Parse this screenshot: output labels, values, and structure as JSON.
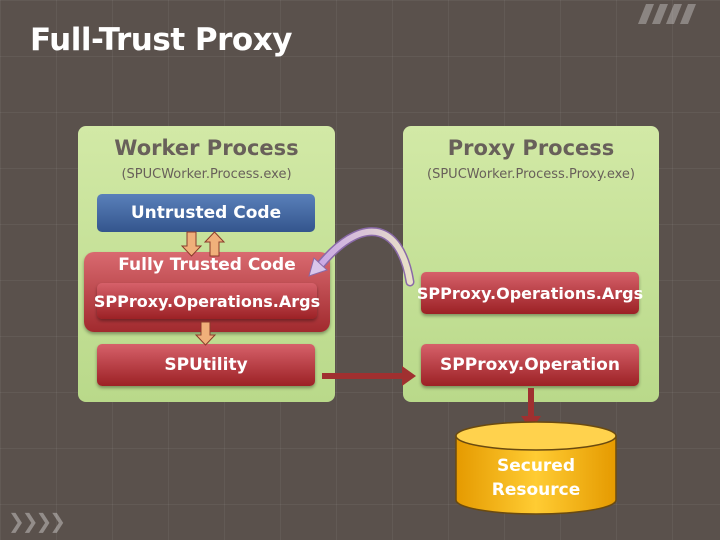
{
  "title": "Full-Trust Proxy",
  "worker_process": {
    "title": "Worker Process",
    "subtitle": "(SPUCWorker.Process.exe)",
    "untrusted_code": "Untrusted Code",
    "fully_trusted_code": "Fully Trusted Code",
    "args": "SPProxy.Operations.Args",
    "utility": "SPUtility"
  },
  "proxy_process": {
    "title": "Proxy Process",
    "subtitle": "(SPUCWorker.Process.Proxy.exe)",
    "args": "SPProxy.Operations.Args",
    "operation": "SPProxy.Operation"
  },
  "resource": {
    "line1": "Secured",
    "line2": "Resource"
  },
  "colors": {
    "background": "#5a514c",
    "panel": "#c8e19b",
    "red_box": "#b83a40",
    "blue_box": "#4669a3",
    "cylinder": "#f5b400",
    "arrow": "#f0b07a"
  }
}
